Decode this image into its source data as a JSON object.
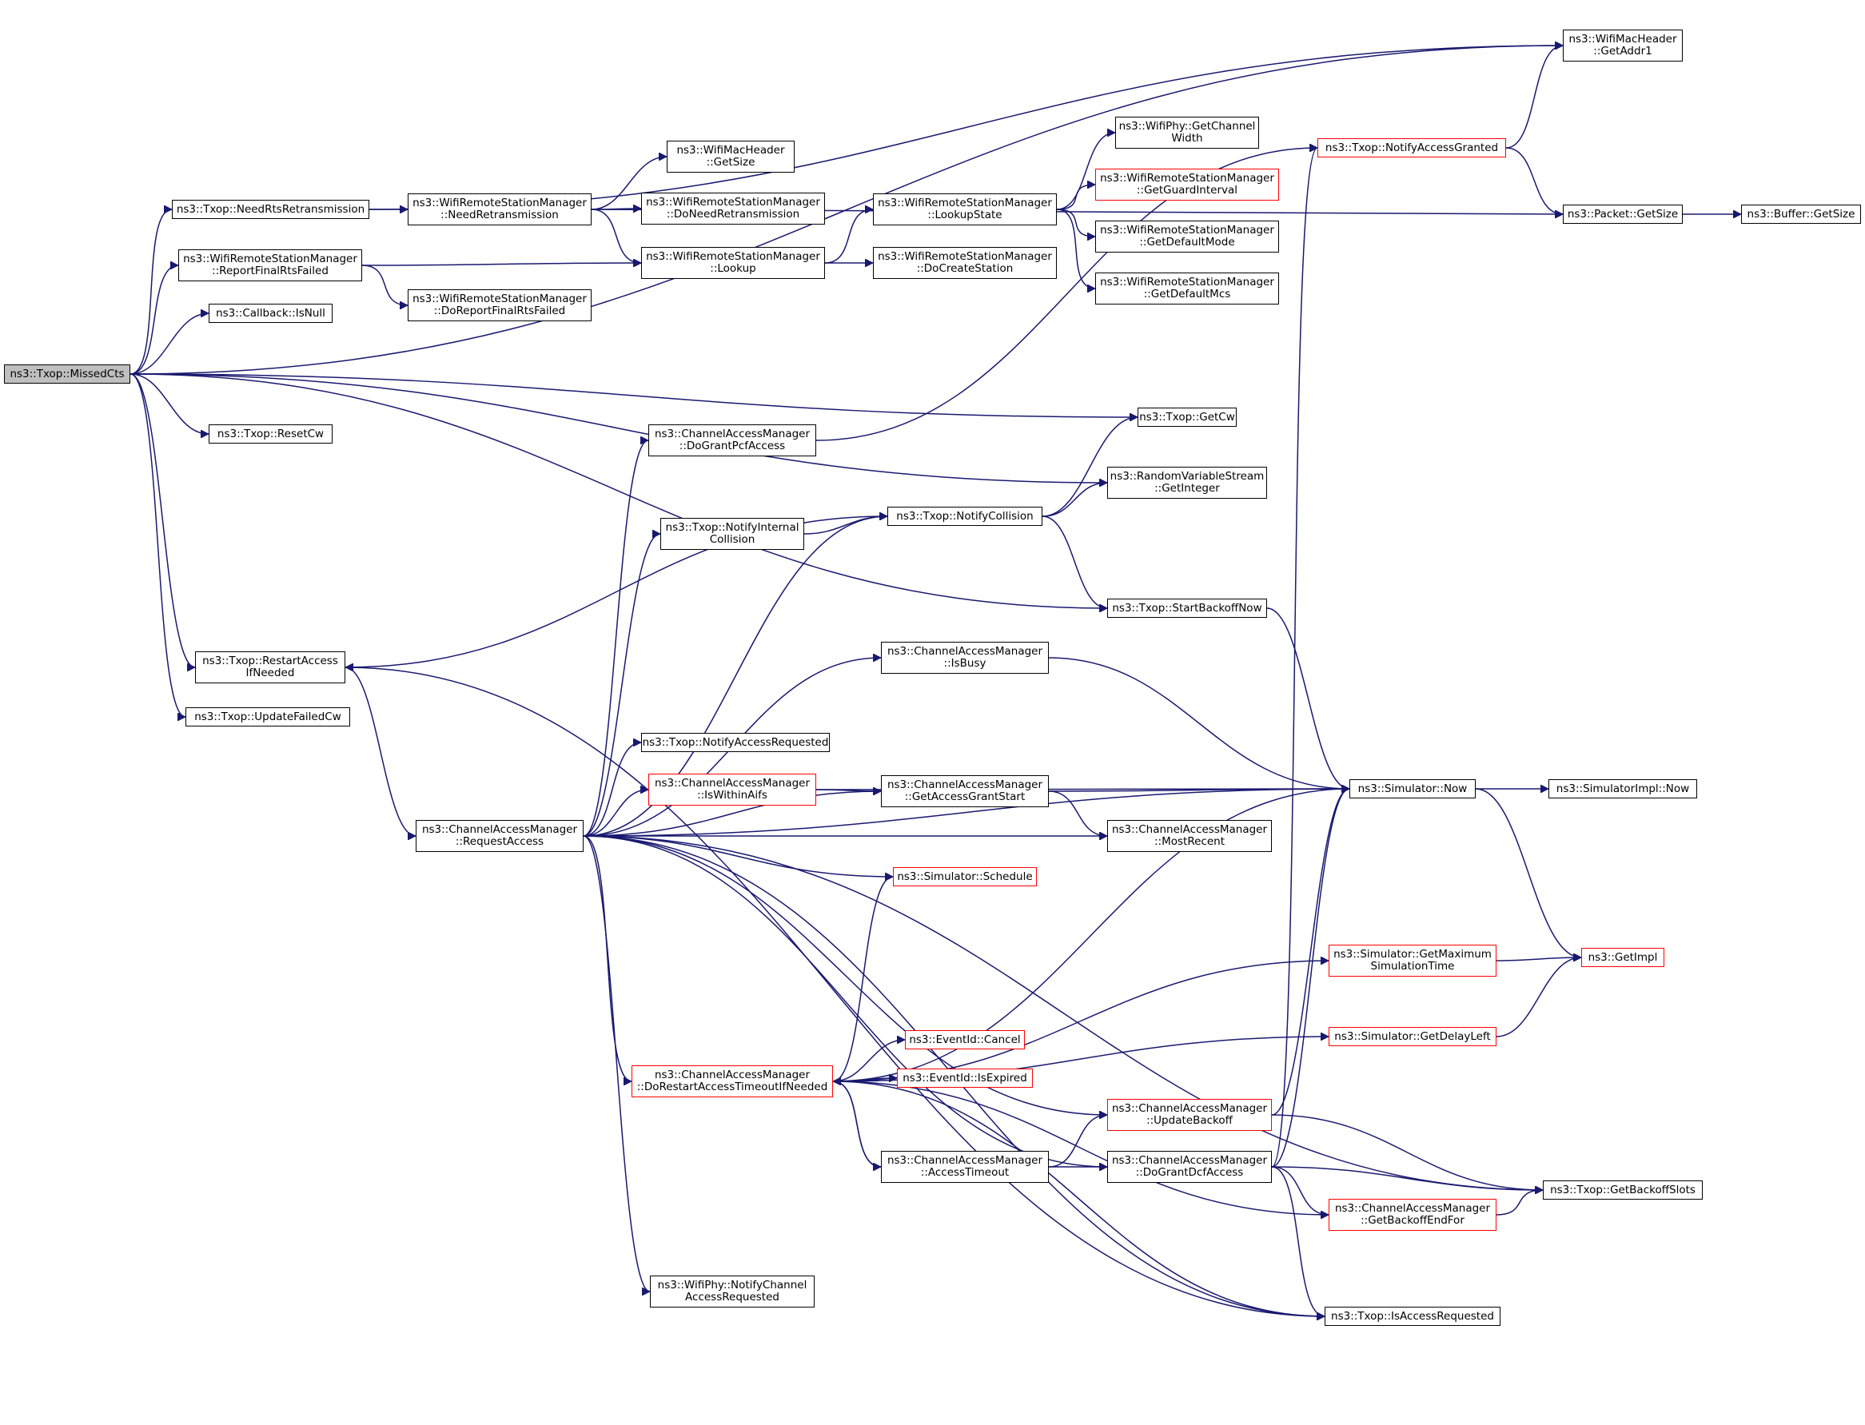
{
  "colors": {
    "edge": "#191970",
    "node_border": "#000000",
    "node_border_truncated": "#ff0000",
    "root_fill": "#bfbfbf",
    "background": "#ffffff"
  },
  "nodes": [
    {
      "id": "missedcts",
      "label": "ns3::Txop::MissedCts",
      "style": "root"
    },
    {
      "id": "needrts",
      "label": "ns3::Txop::NeedRtsRetransmission",
      "style": "normal"
    },
    {
      "id": "reportfinalrts",
      "label": "ns3::WifiRemoteStationManager\n::ReportFinalRtsFailed",
      "style": "normal"
    },
    {
      "id": "callbackisnull",
      "label": "ns3::Callback::IsNull",
      "style": "normal"
    },
    {
      "id": "resetcw",
      "label": "ns3::Txop::ResetCw",
      "style": "normal"
    },
    {
      "id": "restartaccess",
      "label": "ns3::Txop::RestartAccess\nIfNeeded",
      "style": "normal"
    },
    {
      "id": "updatefailedcw",
      "label": "ns3::Txop::UpdateFailedCw",
      "style": "normal"
    },
    {
      "id": "needretrans",
      "label": "ns3::WifiRemoteStationManager\n::NeedRetransmission",
      "style": "normal"
    },
    {
      "id": "doreportfinal",
      "label": "ns3::WifiRemoteStationManager\n::DoReportFinalRtsFailed",
      "style": "normal"
    },
    {
      "id": "requestaccess",
      "label": "ns3::ChannelAccessManager\n::RequestAccess",
      "style": "normal"
    },
    {
      "id": "wifimacgetsize",
      "label": "ns3::WifiMacHeader\n::GetSize",
      "style": "normal"
    },
    {
      "id": "doneedretrans",
      "label": "ns3::WifiRemoteStationManager\n::DoNeedRetransmission",
      "style": "normal"
    },
    {
      "id": "lookup",
      "label": "ns3::WifiRemoteStationManager\n::Lookup",
      "style": "normal"
    },
    {
      "id": "dograntpcf",
      "label": "ns3::ChannelAccessManager\n::DoGrantPcfAccess",
      "style": "normal"
    },
    {
      "id": "notifyinternal",
      "label": "ns3::Txop::NotifyInternal\nCollision",
      "style": "normal"
    },
    {
      "id": "notifyaccessreq",
      "label": "ns3::Txop::NotifyAccessRequested",
      "style": "normal"
    },
    {
      "id": "iswithinaifs",
      "label": "ns3::ChannelAccessManager\n::IsWithinAifs",
      "style": "red"
    },
    {
      "id": "dorestart",
      "label": "ns3::ChannelAccessManager\n::DoRestartAccessTimeoutIfNeeded",
      "style": "red"
    },
    {
      "id": "wifiphynotify",
      "label": "ns3::WifiPhy::NotifyChannel\nAccessRequested",
      "style": "normal"
    },
    {
      "id": "lookupstate",
      "label": "ns3::WifiRemoteStationManager\n::LookupState",
      "style": "normal"
    },
    {
      "id": "docreatestation",
      "label": "ns3::WifiRemoteStationManager\n::DoCreateStation",
      "style": "normal"
    },
    {
      "id": "notifycollision",
      "label": "ns3::Txop::NotifyCollision",
      "style": "normal"
    },
    {
      "id": "isbusy",
      "label": "ns3::ChannelAccessManager\n::IsBusy",
      "style": "normal"
    },
    {
      "id": "getaccessgrantstart",
      "label": "ns3::ChannelAccessManager\n::GetAccessGrantStart",
      "style": "normal"
    },
    {
      "id": "schedule",
      "label": "ns3::Simulator::Schedule",
      "style": "red"
    },
    {
      "id": "eventcancel",
      "label": "ns3::EventId::Cancel",
      "style": "red"
    },
    {
      "id": "eventisexpired",
      "label": "ns3::EventId::IsExpired",
      "style": "red"
    },
    {
      "id": "accesstimeout",
      "label": "ns3::ChannelAccessManager\n::AccessTimeout",
      "style": "normal"
    },
    {
      "id": "getchannelwidth",
      "label": "ns3::WifiPhy::GetChannel\nWidth",
      "style": "normal"
    },
    {
      "id": "getguardinterval",
      "label": "ns3::WifiRemoteStationManager\n::GetGuardInterval",
      "style": "red"
    },
    {
      "id": "getdefaultmode",
      "label": "ns3::WifiRemoteStationManager\n::GetDefaultMode",
      "style": "normal"
    },
    {
      "id": "getdefaultmcs",
      "label": "ns3::WifiRemoteStationManager\n::GetDefaultMcs",
      "style": "normal"
    },
    {
      "id": "getcw",
      "label": "ns3::Txop::GetCw",
      "style": "normal"
    },
    {
      "id": "getinteger",
      "label": "ns3::RandomVariableStream\n::GetInteger",
      "style": "normal"
    },
    {
      "id": "startbackoffnow",
      "label": "ns3::Txop::StartBackoffNow",
      "style": "normal"
    },
    {
      "id": "mostrecent",
      "label": "ns3::ChannelAccessManager\n::MostRecent",
      "style": "normal"
    },
    {
      "id": "updatebackoff",
      "label": "ns3::ChannelAccessManager\n::UpdateBackoff",
      "style": "red"
    },
    {
      "id": "dograntdcf",
      "label": "ns3::ChannelAccessManager\n::DoGrantDcfAccess",
      "style": "normal"
    },
    {
      "id": "notifyaccessgranted",
      "label": "ns3::Txop::NotifyAccessGranted",
      "style": "red"
    },
    {
      "id": "simnow",
      "label": "ns3::Simulator::Now",
      "style": "normal"
    },
    {
      "id": "getmaxsimtime",
      "label": "ns3::Simulator::GetMaximum\nSimulationTime",
      "style": "red"
    },
    {
      "id": "getdelayleft",
      "label": "ns3::Simulator::GetDelayLeft",
      "style": "red"
    },
    {
      "id": "getbackoffendfor",
      "label": "ns3::ChannelAccessManager\n::GetBackoffEndFor",
      "style": "red"
    },
    {
      "id": "isaccessrequested",
      "label": "ns3::Txop::IsAccessRequested",
      "style": "normal"
    },
    {
      "id": "getaddr1",
      "label": "ns3::WifiMacHeader\n::GetAddr1",
      "style": "normal"
    },
    {
      "id": "packetgetsize",
      "label": "ns3::Packet::GetSize",
      "style": "normal"
    },
    {
      "id": "simimplnow",
      "label": "ns3::SimulatorImpl::Now",
      "style": "normal"
    },
    {
      "id": "getimpl",
      "label": "ns3::GetImpl",
      "style": "red"
    },
    {
      "id": "getbackoffslots",
      "label": "ns3::Txop::GetBackoffSlots",
      "style": "normal"
    },
    {
      "id": "buffergetsize",
      "label": "ns3::Buffer::GetSize",
      "style": "normal"
    }
  ],
  "edges": [
    [
      "missedcts",
      "getaddr1"
    ],
    [
      "missedcts",
      "needrts"
    ],
    [
      "missedcts",
      "reportfinalrts"
    ],
    [
      "missedcts",
      "callbackisnull"
    ],
    [
      "missedcts",
      "getcw"
    ],
    [
      "missedcts",
      "getinteger"
    ],
    [
      "missedcts",
      "resetcw"
    ],
    [
      "missedcts",
      "startbackoffnow"
    ],
    [
      "missedcts",
      "restartaccess"
    ],
    [
      "missedcts",
      "updatefailedcw"
    ],
    [
      "needrts",
      "getaddr1"
    ],
    [
      "needrts",
      "needretrans"
    ],
    [
      "reportfinalrts",
      "lookup"
    ],
    [
      "reportfinalrts",
      "doreportfinal"
    ],
    [
      "needretrans",
      "wifimacgetsize"
    ],
    [
      "needretrans",
      "doneedretrans"
    ],
    [
      "needretrans",
      "lookup"
    ],
    [
      "needretrans",
      "packetgetsize"
    ],
    [
      "lookup",
      "lookupstate"
    ],
    [
      "lookup",
      "docreatestation"
    ],
    [
      "lookupstate",
      "getchannelwidth"
    ],
    [
      "lookupstate",
      "getguardinterval"
    ],
    [
      "lookupstate",
      "getdefaultmode"
    ],
    [
      "lookupstate",
      "getdefaultmcs"
    ],
    [
      "notifyaccessgranted",
      "getaddr1"
    ],
    [
      "notifyaccessgranted",
      "packetgetsize"
    ],
    [
      "packetgetsize",
      "buffergetsize"
    ],
    [
      "restartaccess",
      "requestaccess"
    ],
    [
      "restartaccess",
      "isaccessrequested"
    ],
    [
      "requestaccess",
      "dograntpcf"
    ],
    [
      "requestaccess",
      "notifyinternal"
    ],
    [
      "requestaccess",
      "notifycollision"
    ],
    [
      "requestaccess",
      "isbusy"
    ],
    [
      "requestaccess",
      "simnow"
    ],
    [
      "requestaccess",
      "notifyaccessreq"
    ],
    [
      "requestaccess",
      "iswithinaifs"
    ],
    [
      "requestaccess",
      "getaccessgrantstart"
    ],
    [
      "requestaccess",
      "mostrecent"
    ],
    [
      "requestaccess",
      "schedule"
    ],
    [
      "requestaccess",
      "dorestart"
    ],
    [
      "requestaccess",
      "updatebackoff"
    ],
    [
      "requestaccess",
      "dograntdcf"
    ],
    [
      "requestaccess",
      "wifiphynotify"
    ],
    [
      "requestaccess",
      "isaccessrequested"
    ],
    [
      "requestaccess",
      "getbackoffslots"
    ],
    [
      "dograntpcf",
      "notifyaccessgranted"
    ],
    [
      "notifyinternal",
      "notifycollision"
    ],
    [
      "notifycollision",
      "getcw"
    ],
    [
      "notifycollision",
      "getinteger"
    ],
    [
      "notifycollision",
      "startbackoffnow"
    ],
    [
      "notifycollision",
      "restartaccess"
    ],
    [
      "startbackoffnow",
      "simnow"
    ],
    [
      "isbusy",
      "simnow"
    ],
    [
      "iswithinaifs",
      "getaccessgrantstart"
    ],
    [
      "iswithinaifs",
      "simnow"
    ],
    [
      "getaccessgrantstart",
      "simnow"
    ],
    [
      "getaccessgrantstart",
      "mostrecent"
    ],
    [
      "simnow",
      "simimplnow"
    ],
    [
      "simnow",
      "getimpl"
    ],
    [
      "dorestart",
      "schedule"
    ],
    [
      "dorestart",
      "simnow"
    ],
    [
      "dorestart",
      "getmaxsimtime"
    ],
    [
      "dorestart",
      "eventcancel"
    ],
    [
      "dorestart",
      "eventisexpired"
    ],
    [
      "dorestart",
      "getdelayleft"
    ],
    [
      "dorestart",
      "accesstimeout"
    ],
    [
      "dorestart",
      "getbackoffendfor"
    ],
    [
      "dorestart",
      "isaccessrequested"
    ],
    [
      "accesstimeout",
      "updatebackoff"
    ],
    [
      "accesstimeout",
      "dograntdcf"
    ],
    [
      "accesstimeout",
      "dorestart"
    ],
    [
      "updatebackoff",
      "simnow"
    ],
    [
      "updatebackoff",
      "getbackoffslots"
    ],
    [
      "dograntdcf",
      "notifyaccessgranted"
    ],
    [
      "dograntdcf",
      "simnow"
    ],
    [
      "dograntdcf",
      "getbackoffslots"
    ],
    [
      "dograntdcf",
      "getbackoffendfor"
    ],
    [
      "dograntdcf",
      "isaccessrequested"
    ],
    [
      "getmaxsimtime",
      "getimpl"
    ],
    [
      "getdelayleft",
      "getimpl"
    ],
    [
      "getbackoffendfor",
      "getbackoffslots"
    ]
  ]
}
